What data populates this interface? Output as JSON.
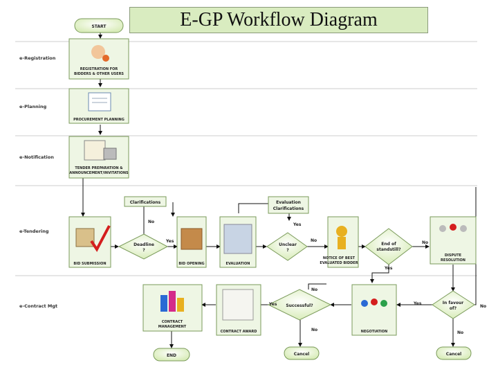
{
  "title": "E-GP Workflow Diagram",
  "lanes": [
    "e-Registration",
    "e-Planning",
    "e-Notification",
    "e-Tendering",
    "e-Contract Mgt"
  ],
  "terminals": {
    "start": "START",
    "end": "END",
    "cancel1": "Cancel",
    "cancel2": "Cancel"
  },
  "boxes": {
    "clarifications": "Clarifications",
    "evaluation_clarifications": [
      "Evaluation",
      "Clarifications"
    ]
  },
  "decisions": {
    "deadline": [
      "Deadline",
      "?"
    ],
    "unclear": [
      "Unclear",
      "?"
    ],
    "end_of_standstill": [
      "End of",
      "standstill?"
    ],
    "successful": [
      "Successful?"
    ],
    "in_favour": [
      "In favour",
      "of?"
    ]
  },
  "captions": {
    "registration": [
      "REGISTRATION FOR",
      "BIDDERS & OTHER USERS"
    ],
    "procurement_planning": [
      "PROCUREMENT PLANNING"
    ],
    "tender_preparation": [
      "TENDER PREPARATION &",
      "ANNOUNCEMENT/INVITATIONS"
    ],
    "bid_submission": [
      "BID SUBMISSION"
    ],
    "bid_opening": [
      "BID OPENING"
    ],
    "evaluation": [
      "EVALUATION"
    ],
    "notice_best": [
      "NOTICE OF BEST",
      "EVALUATED BIDDER"
    ],
    "dispute": [
      "DISPUTE",
      "RESOLUTION"
    ],
    "contract_mgmt": [
      "CONTRACT",
      "MANAGEMENT"
    ],
    "contract_award": [
      "CONTRACT AWARD"
    ],
    "negotiation": [
      "NEGOTIATION"
    ]
  },
  "flow_labels": {
    "no_clar": "No",
    "yes_deadline": "Yes",
    "yes_eval": "Yes",
    "no_unclear": "No",
    "no_standstill": "No",
    "yes_standstill": "Yes",
    "no_neg": "No",
    "yes_successful": "Yes",
    "no_successful": "No",
    "yes_favour": "Yes",
    "no_favour": "No",
    "no_favour_down": "No"
  },
  "colors": {
    "title_bg": "#d9ecc0",
    "terminal_fill": "#cfe6a8",
    "box_border": "#7a9a5a",
    "check": "#d41e1e"
  }
}
